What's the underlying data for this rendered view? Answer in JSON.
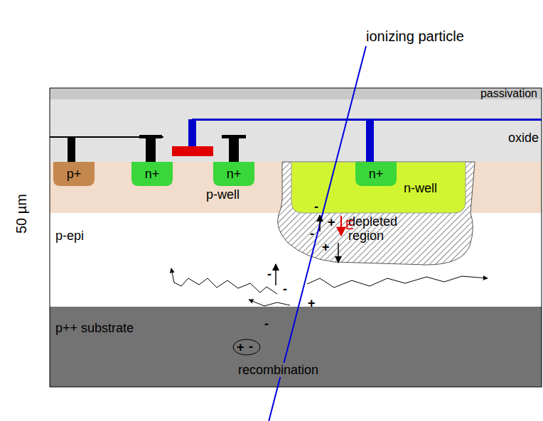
{
  "diagram": {
    "nodes": [
      {
        "text": [
          "passivation"
        ]
      },
      {
        "text": [
          "oxide"
        ]
      },
      {
        "text": [
          "p-well"
        ]
      },
      {
        "text": [
          "p+"
        ],
        "in": 2
      },
      {
        "text": [
          "n+"
        ],
        "in": 2
      },
      {
        "text": [
          "n+"
        ],
        "in": 2
      },
      {
        "text": [
          "n-well"
        ]
      },
      {
        "text": [
          "n+"
        ],
        "in": 6
      },
      {
        "text": [
          "depleted region"
        ]
      },
      {
        "text": [
          "p-epi"
        ]
      },
      {
        "text": [
          "p++ substrate"
        ]
      }
    ],
    "labels": [
      "ionizing particle",
      "50 µm",
      "E",
      "recombination",
      "-",
      "-",
      "+",
      "+",
      "-",
      "-",
      "+",
      "-",
      "+",
      "-"
    ]
  }
}
